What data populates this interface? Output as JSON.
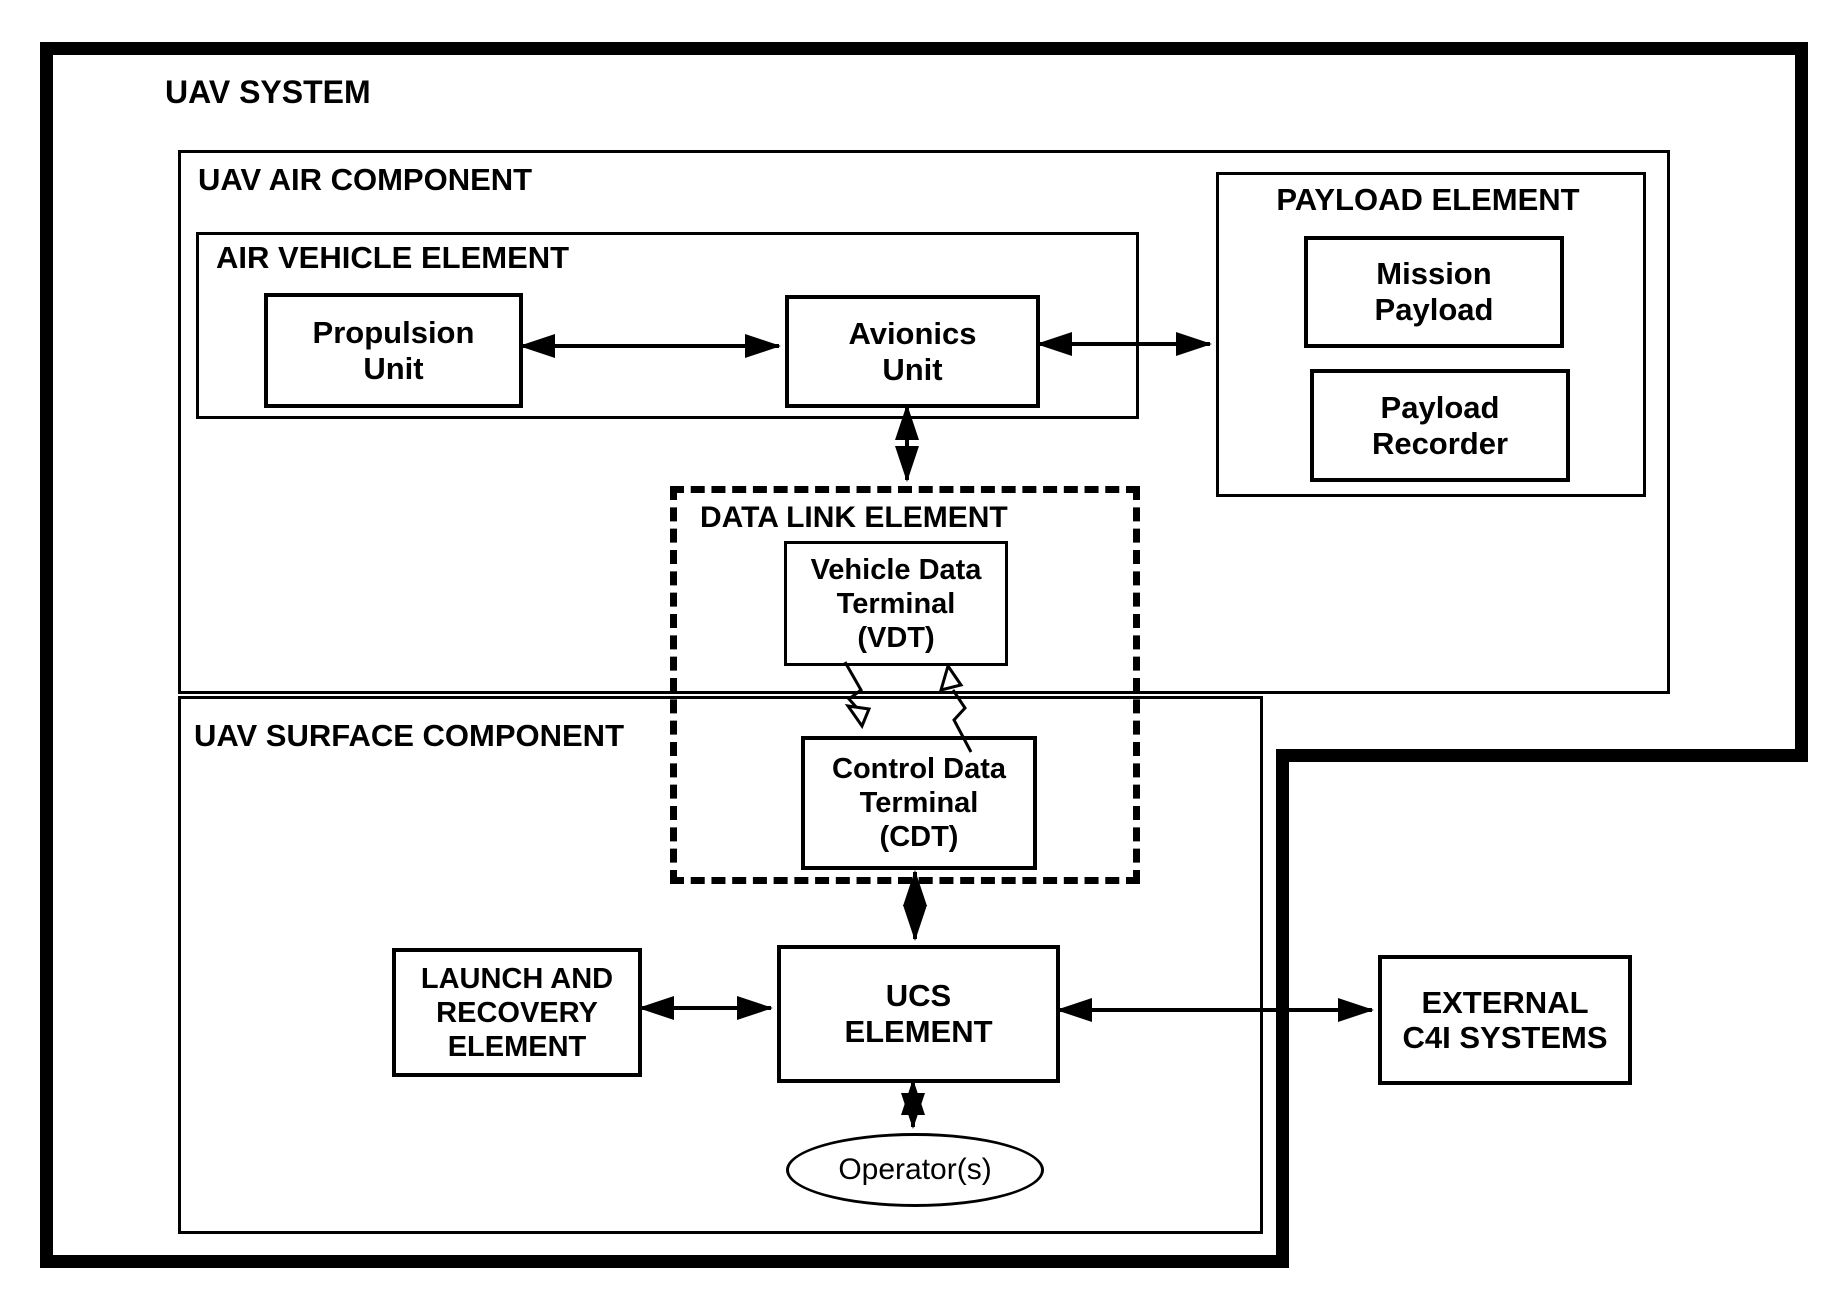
{
  "diagram": {
    "title": "UAV SYSTEM",
    "colors": {
      "line": "#000000",
      "background": "#ffffff",
      "text": "#000000"
    },
    "uav_air_component": {
      "label": "UAV AIR COMPONENT",
      "air_vehicle_element": {
        "label": "AIR VEHICLE ELEMENT",
        "propulsion_unit": "Propulsion\nUnit",
        "avionics_unit": "Avionics\nUnit"
      },
      "payload_element": {
        "label": "PAYLOAD ELEMENT",
        "mission_payload": "Mission\nPayload",
        "payload_recorder": "Payload\nRecorder"
      }
    },
    "data_link_element": {
      "label": "DATA LINK ELEMENT",
      "vehicle_data_terminal": "Vehicle Data\nTerminal\n(VDT)",
      "control_data_terminal": "Control Data\nTerminal\n(CDT)"
    },
    "uav_surface_component": {
      "label": "UAV SURFACE COMPONENT",
      "launch_recovery_element": "LAUNCH AND\nRECOVERY\nELEMENT",
      "ucs_element": "UCS\nELEMENT",
      "operators": "Operator(s)"
    },
    "external": {
      "c4i_systems": "EXTERNAL\nC4I SYSTEMS"
    }
  }
}
